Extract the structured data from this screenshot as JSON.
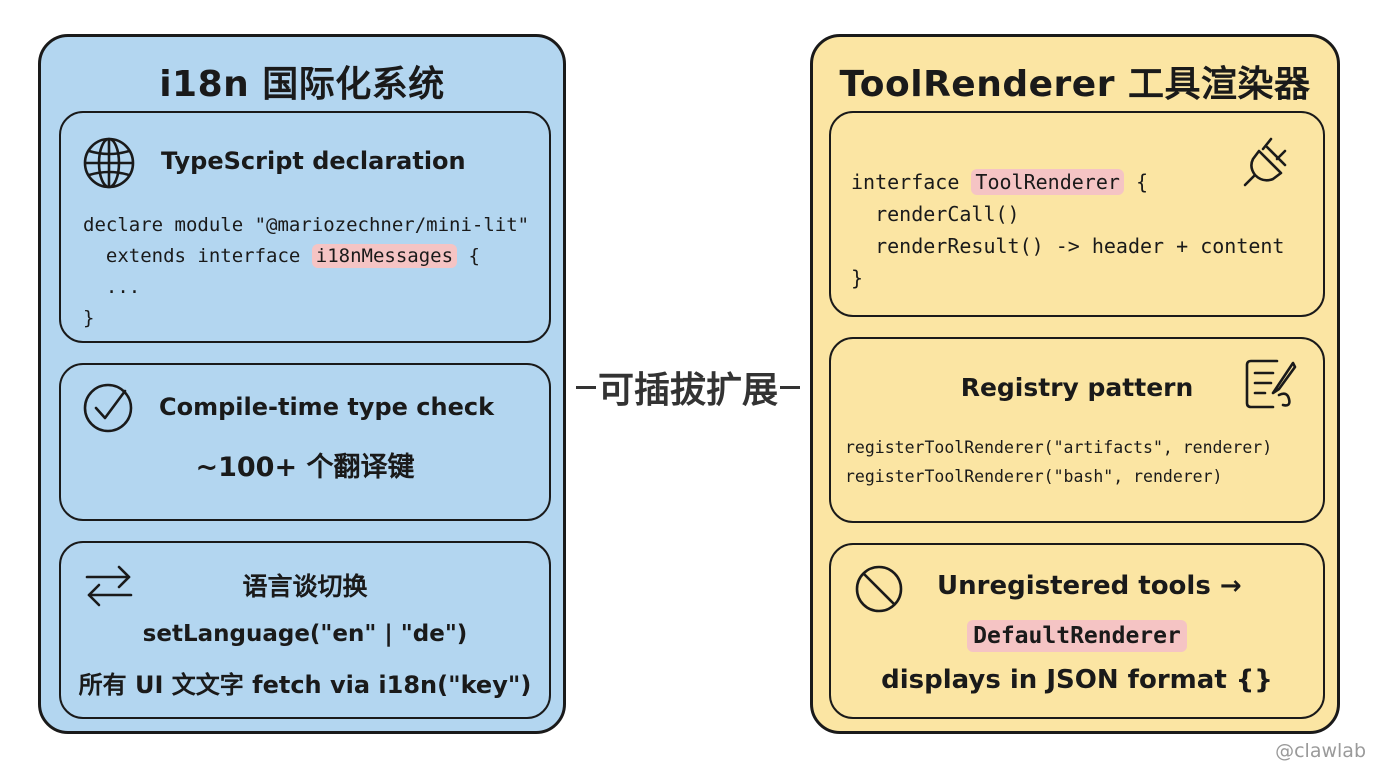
{
  "left_panel": {
    "title": "i18n 国际化系统",
    "typescript_card": {
      "icon": "globe-icon",
      "title": "TypeScript declaration",
      "code_lines": [
        "declare module \"@mariozechner/mini-lit\"",
        "  extends interface ",
        "i18nMessages",
        " {",
        "  ...",
        "}"
      ]
    },
    "compile_card": {
      "icon": "check-circle-icon",
      "title": "Compile-time type check",
      "subtitle": "~100+ 个翻译键"
    },
    "language_card": {
      "icon": "swap-arrows-icon",
      "title": "语言谈切换",
      "code": "setLanguage(\"en\" | \"de\")",
      "note": "所有 UI 文文字 fetch via i18n(\"key\")"
    }
  },
  "connector": {
    "label": "可插拔扩展"
  },
  "right_panel": {
    "title": "ToolRenderer 工具渲染器",
    "interface_card": {
      "icon": "plug-icon",
      "code_lines": [
        "interface ",
        "ToolRenderer",
        " {",
        "  renderCall()",
        "  renderResult() -> header + content",
        "}"
      ]
    },
    "registry_card": {
      "icon": "document-edit-icon",
      "title": "Registry pattern",
      "code_lines": [
        "registerToolRenderer(\"artifacts\", renderer)",
        "registerToolRenderer(\"bash\", renderer)"
      ]
    },
    "default_card": {
      "icon": "prohibited-icon",
      "title": "Unregistered tools →",
      "highlight": "DefaultRenderer",
      "note": "displays in JSON format {}"
    }
  },
  "watermark": "@clawlab",
  "colors": {
    "left_panel_bg": "#b3d6f0",
    "right_panel_bg": "#fbe5a3",
    "highlight": "#f5c4c4",
    "outline": "#1a1a1a"
  }
}
